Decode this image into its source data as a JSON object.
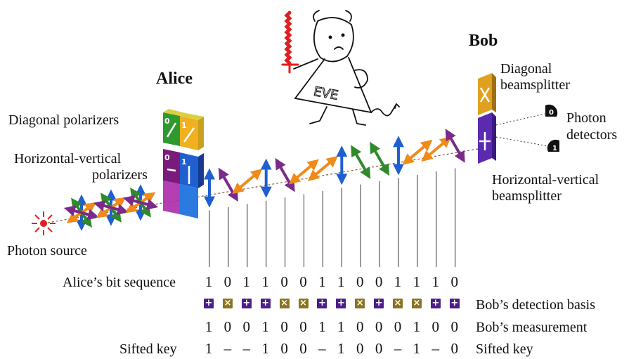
{
  "labels": {
    "alice": "Alice",
    "bob": "Bob",
    "diagonal_polarizers": "Diagonal polarizers",
    "hv_polarizers_1": "Horizontal-vertical",
    "hv_polarizers_2": "polarizers",
    "photon_source": "Photon source",
    "diagonal_bs_1": "Diagonal",
    "diagonal_bs_2": "beamsplitter",
    "photon_det_1": "Photon",
    "photon_det_2": "detectors",
    "hv_bs_1": "Horizontal-vertical",
    "hv_bs_2": "beamsplitter",
    "eve": "EVE",
    "detector_0": "0",
    "detector_1": "1",
    "polarizer_bits": [
      "0",
      "1",
      "0",
      "1"
    ]
  },
  "rows": {
    "alice_bits_label": "Alice’s bit sequence",
    "bob_basis_label": "Bob’s detection basis",
    "bob_measure_label": "Bob’s measurement",
    "sifted_left_label": "Sifted key",
    "sifted_right_label": "Sifted key"
  },
  "alice_bits": [
    "1",
    "0",
    "1",
    "1",
    "0",
    "0",
    "1",
    "1",
    "0",
    "0",
    "1",
    "1",
    "1",
    "0"
  ],
  "bob_basis": [
    "plus",
    "cross",
    "plus",
    "plus",
    "cross",
    "cross",
    "plus",
    "plus",
    "cross",
    "plus",
    "cross",
    "cross",
    "plus",
    "plus"
  ],
  "bob_measurement": [
    "1",
    "0",
    "0",
    "1",
    "0",
    "0",
    "1",
    "1",
    "0",
    "0",
    "0",
    "1",
    "0",
    "0"
  ],
  "sifted_key": [
    "1",
    "–",
    "–",
    "1",
    "0",
    "0",
    "–",
    "1",
    "0",
    "0",
    "–",
    "1",
    "–",
    "0"
  ],
  "photons": [
    "vertical",
    "diag-down",
    "diag-up",
    "vertical",
    "diag-down",
    "diag-up",
    "diag-up",
    "vertical",
    "diag-down",
    "diag-down",
    "vertical",
    "diag-up",
    "diag-up",
    "diag-down"
  ],
  "colors": {
    "plus_basis": "#4b1e8a",
    "cross_basis": "#8a7420",
    "arrow_blue": "#1f5fd0",
    "arrow_purple": "#7a2a8a",
    "arrow_orange": "#f08a18",
    "arrow_green": "#2f8a2a",
    "source_red": "#e02020"
  }
}
